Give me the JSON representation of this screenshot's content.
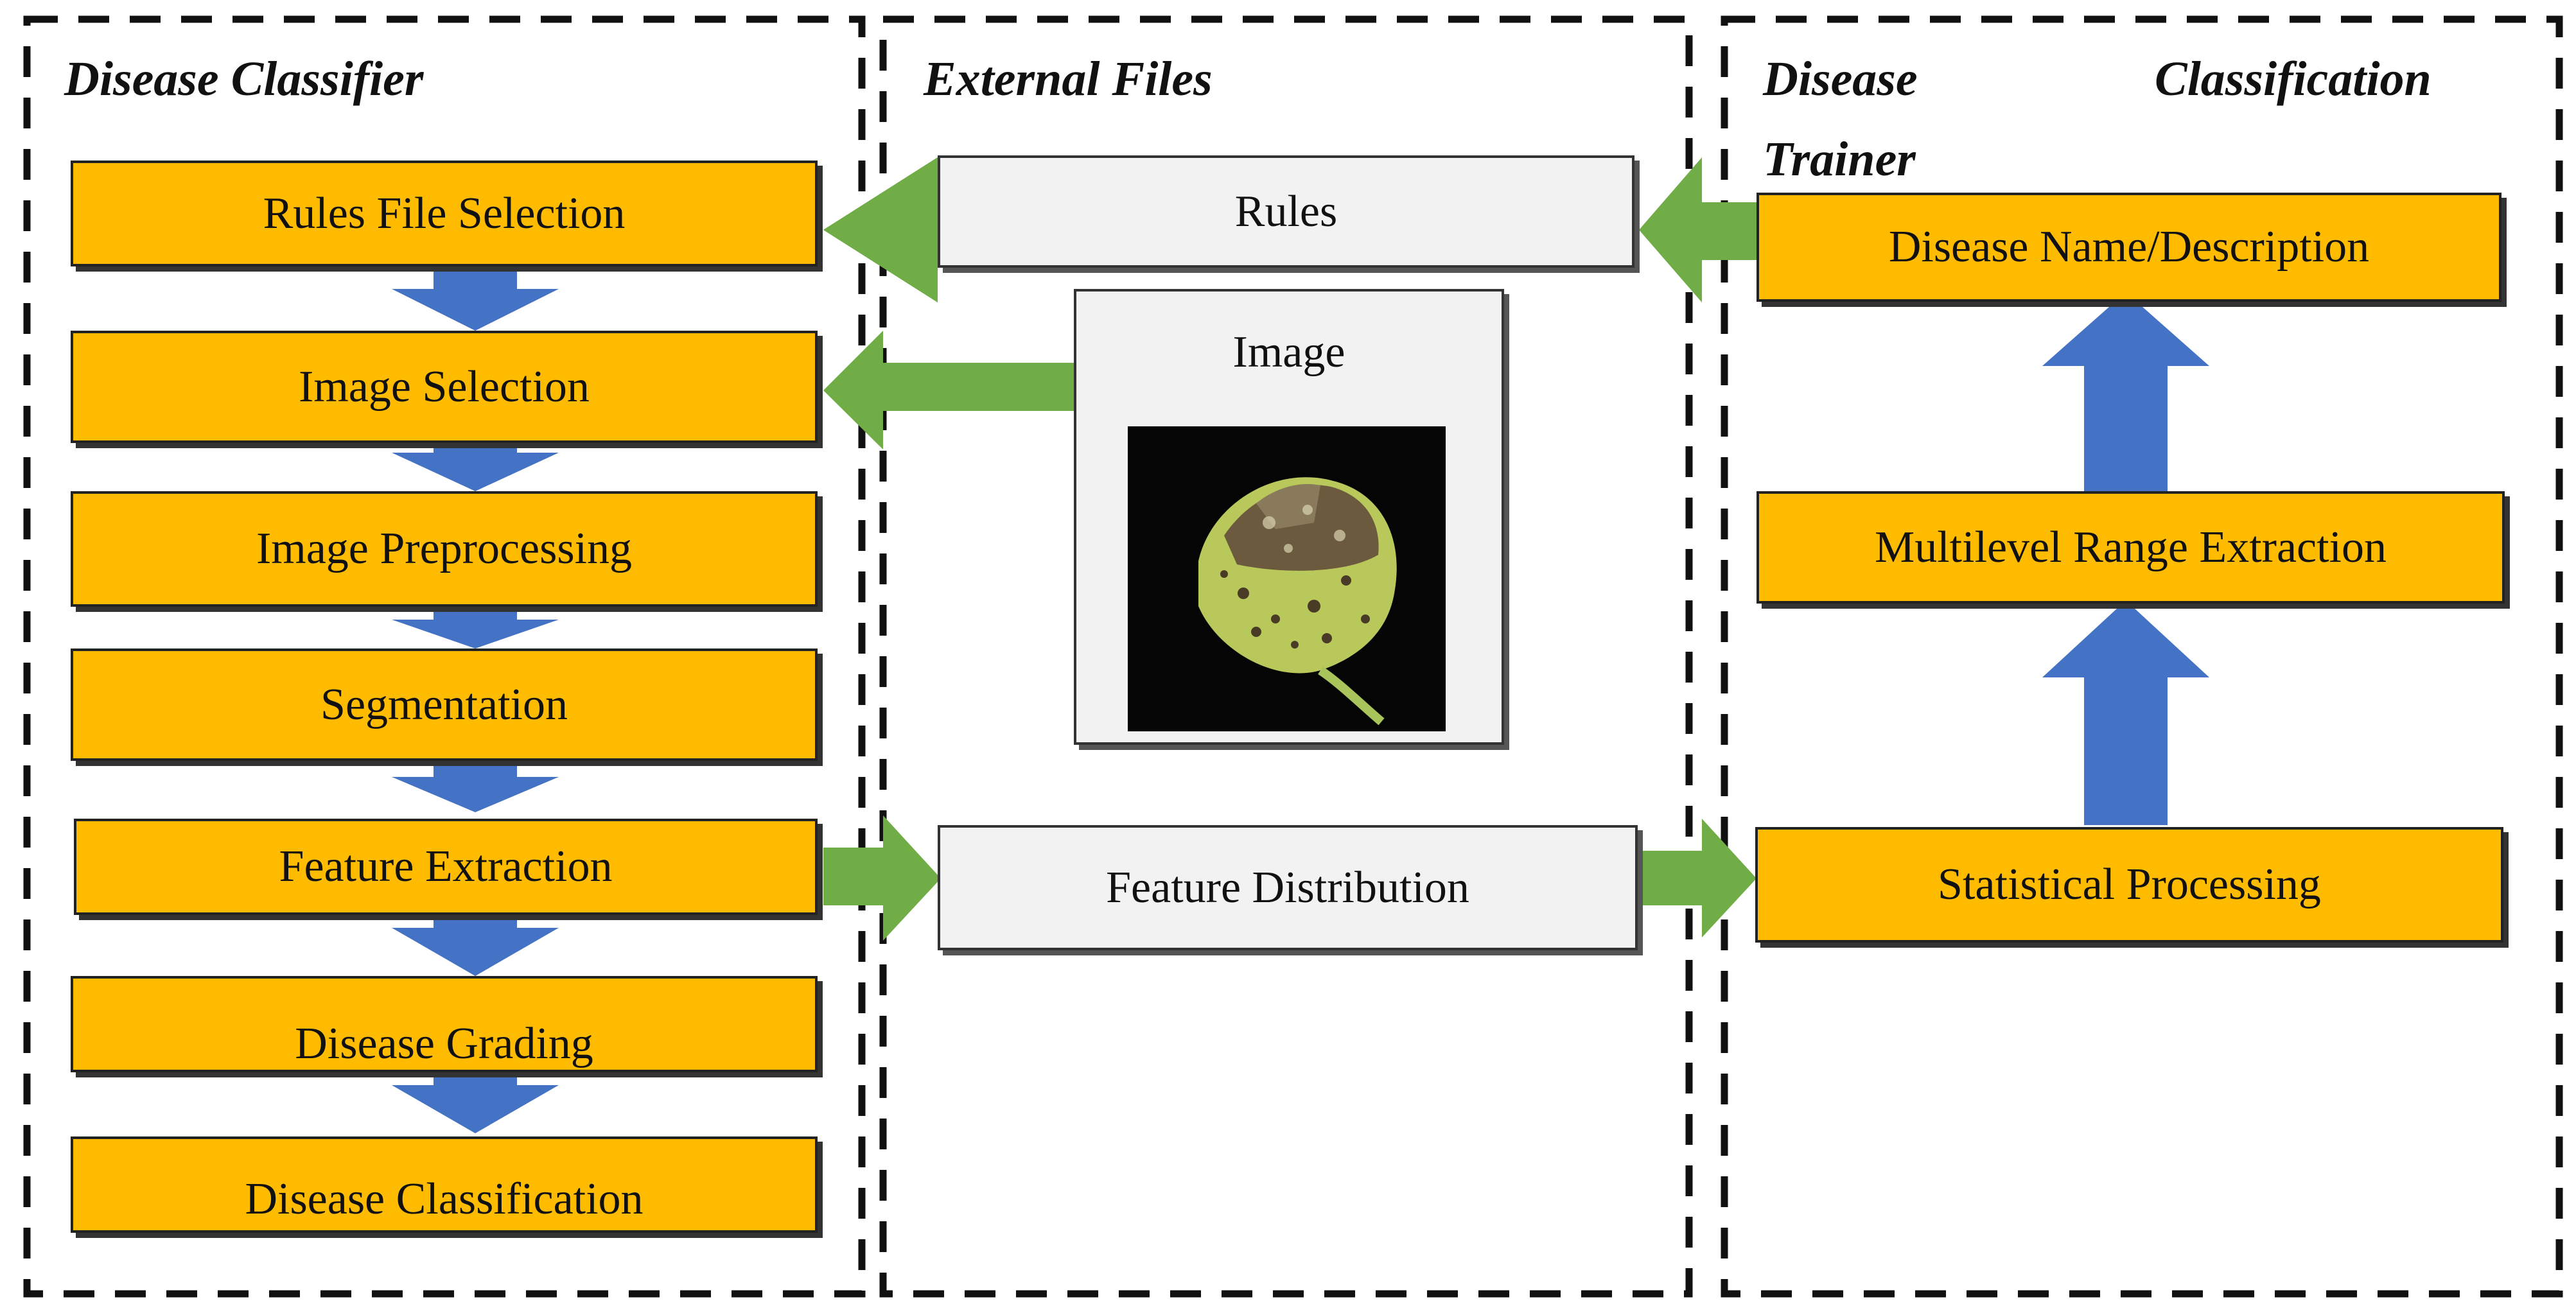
{
  "panels": {
    "classifier_title": "Disease Classifier",
    "external_title": "External Files",
    "trainer_title_word1": "Disease",
    "trainer_title_word2": "Classification",
    "trainer_title_word3": "Trainer"
  },
  "classifier_steps": [
    "Rules File Selection",
    "Image Selection",
    "Image Preprocessing",
    "Segmentation",
    "Feature Extraction",
    "Disease Grading",
    "Disease Classification"
  ],
  "external_files": {
    "rules": "Rules",
    "image": "Image",
    "feature_distribution": "Feature Distribution"
  },
  "trainer_steps": {
    "name_description": "Disease Name/Description",
    "range_extraction": "Multilevel Range Extraction",
    "statistical_processing": "Statistical Processing"
  },
  "colors": {
    "step_box": "#ffbb00",
    "file_box": "#f2f2f2",
    "flow_arrow": "#4472c4",
    "data_arrow": "#70ad47"
  }
}
